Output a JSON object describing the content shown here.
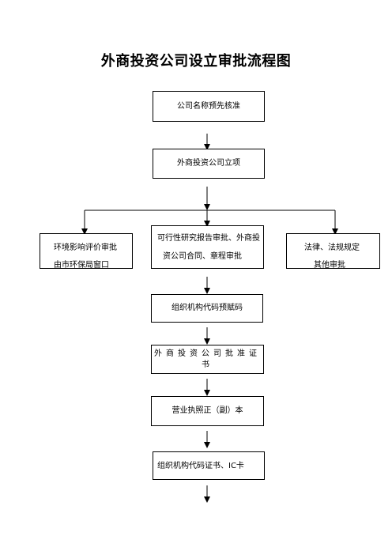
{
  "title": "外商投资公司设立审批流程图",
  "steps": {
    "name_check": "公司名称预先核准",
    "project": "外商投资公司立项",
    "env": {
      "line1": "环境影响评价审批",
      "line2": "由市环保局窗口"
    },
    "feasibility": {
      "line1": "可行性研究报告审批、外商投",
      "line2": "资公司合同、章程审批"
    },
    "law": {
      "line1": "法律、法规规定",
      "line2": "其他审批"
    },
    "org_code": "组织机构代码预赋码",
    "approval_cert": "外商投资公司批准证书",
    "license": "营业执照正（副）本",
    "org_cert": "组织机构代码证书、IC卡"
  }
}
